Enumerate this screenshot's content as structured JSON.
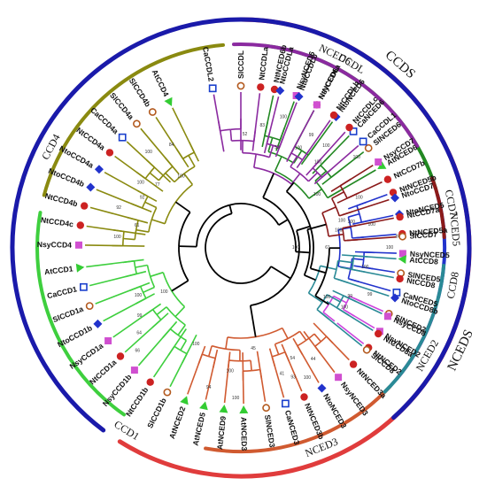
{
  "center": "",
  "colors": {
    "CCD8": "#2a8a96",
    "CCD7": "#8b1a1a",
    "CCDL": "#8b2aa0",
    "CCD4": "#8a8a10",
    "CCD1": "#3ecf3e",
    "NCED3": "#d05a30",
    "NCED2": "#cc44dd",
    "NCED5": "#2233cc",
    "NCED6": "#228822",
    "NCEDS": "#e03c3c",
    "CCDS": "#1a1aaa",
    "backbone": "#000000"
  },
  "groups": [
    {
      "id": "NCED6",
      "label": "NCED6",
      "a0": 277,
      "a1": 343,
      "ring": "inner",
      "labelAngle": 296,
      "labelSize": 12
    },
    {
      "id": "NCED5",
      "label": "NCED5",
      "a0": 345,
      "a1": 374,
      "ring": "inner",
      "labelAngle": 355,
      "labelSize": 12
    },
    {
      "id": "NCED2",
      "label": "NCED2",
      "a0": 377,
      "a1": 400,
      "ring": "inner",
      "labelAngle": 390,
      "labelSize": 12
    },
    {
      "id": "NCED3",
      "label": "NCED3",
      "a0": 403,
      "a1": 460,
      "ring": "inner",
      "labelAngle": 428,
      "labelSize": 12
    },
    {
      "id": "CCD1",
      "label": "CCD1",
      "a0": 485,
      "a1": 550,
      "ring": "inner",
      "labelAngle": 482,
      "labelSize": 12
    },
    {
      "id": "CCD4",
      "label": "CCD4",
      "a0": 555,
      "a1": 625,
      "ring": "inner",
      "labelAngle": 568,
      "labelSize": 12
    },
    {
      "id": "CCDL",
      "label": "CCDL",
      "a0": 628,
      "a1": 690,
      "ring": "inner",
      "labelAngle": 661,
      "labelSize": 12
    },
    {
      "id": "CCD7",
      "label": "CCD7",
      "a0": 700,
      "a1": 717,
      "ring": "inner",
      "labelAngle": 708,
      "labelSize": 12
    },
    {
      "id": "CCD8",
      "label": "CCD8",
      "a0": 725,
      "a1": 765,
      "ring": "inner",
      "labelAngle": 730,
      "labelSize": 12
    },
    {
      "id": "NCEDS",
      "label": "NCEDS",
      "a0": 270,
      "a1": 482,
      "ring": "outer",
      "labelAngle": 385,
      "labelSize": 15
    },
    {
      "id": "CCDS",
      "label": "CCDS",
      "a0": 487,
      "a1": 768,
      "ring": "outer",
      "labelAngle": 671,
      "labelSize": 15
    }
  ],
  "leaves": [
    {
      "name": "NtNCED6b",
      "g": "NCED6",
      "m": "dot",
      "a": 282
    },
    {
      "name": "NsyNCED6",
      "g": "NCED6",
      "m": "sq",
      "a": 290
    },
    {
      "name": "NtNCED6a",
      "g": "NCED6",
      "m": "dot",
      "a": 298
    },
    {
      "name": "NtoNCED6",
      "g": "NCED6",
      "m": "dia",
      "a": 306
    },
    {
      "name": "CaNCED6",
      "g": "NCED6",
      "m": "hsq",
      "a": 314
    },
    {
      "name": "SlNCED6",
      "g": "NCED6",
      "m": "ring",
      "a": 322
    },
    {
      "name": "AtNCED6",
      "g": "NCED6",
      "m": "tri",
      "a": 330
    },
    {
      "name": "NtNCED5b",
      "g": "NCED5",
      "m": "dot",
      "a": 340
    },
    {
      "name": "NtoNCED5",
      "g": "NCED5",
      "m": "dia",
      "a": 348
    },
    {
      "name": "NtNCED5a",
      "g": "NCED5",
      "m": "dot",
      "a": 355
    },
    {
      "name": "NsyNCED5",
      "g": "NCED5",
      "m": "sq",
      "a": 362
    },
    {
      "name": "SlNCED5",
      "g": "NCED5",
      "m": "ring",
      "a": 369
    },
    {
      "name": "CaNCED5",
      "g": "NCED5",
      "m": "hsq",
      "a": 376
    },
    {
      "name": "SlNCED2",
      "g": "NCED2",
      "m": "ring",
      "a": 384
    },
    {
      "name": "NsyNCED2",
      "g": "NCED2",
      "m": "sq",
      "a": 391
    },
    {
      "name": "NtNCED2",
      "g": "NCED2",
      "m": "dot",
      "a": 398
    },
    {
      "name": "NtNCED3a",
      "g": "NCED3",
      "m": "dot",
      "a": 406
    },
    {
      "name": "NsyNCED3",
      "g": "NCED3",
      "m": "sq",
      "a": 413
    },
    {
      "name": "NtoNCED3",
      "g": "NCED3",
      "m": "dia",
      "a": 420
    },
    {
      "name": "NtNCED3b",
      "g": "NCED3",
      "m": "dot",
      "a": 427
    },
    {
      "name": "CaNCED3",
      "g": "NCED3",
      "m": "hsq",
      "a": 434
    },
    {
      "name": "SlNCED3",
      "g": "NCED3",
      "m": "ring",
      "a": 441
    },
    {
      "name": "AtNCED3",
      "g": "NCED3",
      "m": "tri",
      "a": 449
    },
    {
      "name": "AtNCED9",
      "g": "NCED3",
      "m": "tri",
      "a": 456
    },
    {
      "name": "AtNCED5",
      "g": "NCED3",
      "m": "tri",
      "a": 463
    },
    {
      "name": "AtNCED2",
      "g": "NCED3",
      "m": "tri",
      "a": 470
    },
    {
      "name": "SlCCD1b",
      "g": "CCD1",
      "m": "ring",
      "a": 477
    },
    {
      "name": "NtCCD1b",
      "g": "CCD1",
      "m": "dot",
      "a": 484
    },
    {
      "name": "NsyCCD1b",
      "g": "CCD1",
      "m": "sq",
      "a": 491
    },
    {
      "name": "NtCCD1a",
      "g": "CCD1",
      "m": "dot",
      "a": 498
    },
    {
      "name": "NsyCCD1a",
      "g": "CCD1",
      "m": "sq",
      "a": 505
    },
    {
      "name": "NtoCCD1b",
      "g": "CCD1",
      "m": "dia",
      "a": 512
    },
    {
      "name": "SlCCD1a",
      "g": "CCD1",
      "m": "ring",
      "a": 519
    },
    {
      "name": "CaCCD1",
      "g": "CCD1",
      "m": "hsq",
      "a": 526
    },
    {
      "name": "AtCCD1",
      "g": "CCD1",
      "m": "tri",
      "a": 533
    },
    {
      "name": "NsyCCD4",
      "g": "CCD4",
      "m": "sq",
      "a": 541
    },
    {
      "name": "NtCCD4c",
      "g": "CCD4",
      "m": "dot",
      "a": 548
    },
    {
      "name": "NtCCD4b",
      "g": "CCD4",
      "m": "dot",
      "a": 555
    },
    {
      "name": "NtoCCD4b",
      "g": "CCD4",
      "m": "dia",
      "a": 562
    },
    {
      "name": "NtoCCD4a",
      "g": "CCD4",
      "m": "dia",
      "a": 569
    },
    {
      "name": "NtCCD4a",
      "g": "CCD4",
      "m": "dot",
      "a": 576
    },
    {
      "name": "CaCCD4a",
      "g": "CCD4",
      "m": "hsq",
      "a": 583
    },
    {
      "name": "SlCCD4a",
      "g": "CCD4",
      "m": "ring",
      "a": 590
    },
    {
      "name": "SlCCD4b",
      "g": "CCD4",
      "m": "ring",
      "a": 597
    },
    {
      "name": "AtCCD4",
      "g": "CCD4",
      "m": "tri",
      "a": 604
    },
    {
      "name": "CaCCDL2",
      "g": "CCDL",
      "m": "hsq",
      "a": 620
    },
    {
      "name": "SlCCDL",
      "g": "CCDL",
      "m": "ring",
      "a": 630
    },
    {
      "name": "NtCCDLa",
      "g": "CCDL",
      "m": "dot",
      "a": 637
    },
    {
      "name": "NtoCCDLa",
      "g": "CCDL",
      "m": "dia",
      "a": 644
    },
    {
      "name": "NtoCCDLb",
      "g": "CCDL",
      "m": "dia",
      "a": 651
    },
    {
      "name": "NsyCCDL",
      "g": "CCDL",
      "m": "sq",
      "a": 658
    },
    {
      "name": "NtCCDLb",
      "g": "CCDL",
      "m": "dot",
      "a": 665
    },
    {
      "name": "NtCCDLc",
      "g": "CCDL",
      "m": "dot",
      "a": 672
    },
    {
      "name": "CaCCDL1",
      "g": "CCDL",
      "m": "hsq",
      "a": 679
    },
    {
      "name": "NsyCCD7",
      "g": "CCD7",
      "m": "sq",
      "a": 688
    },
    {
      "name": "NtCCD7b",
      "g": "CCD7",
      "m": "dot",
      "a": 695
    },
    {
      "name": "NtoCCD7",
      "g": "CCD7",
      "m": "dia",
      "a": 702
    },
    {
      "name": "NtCCD7a",
      "g": "CCD7",
      "m": "dot",
      "a": 709
    },
    {
      "name": "SlCCD7",
      "g": "CCD7",
      "m": "ring",
      "a": 716
    },
    {
      "name": "AtCCD8",
      "g": "CCD8",
      "m": "tri",
      "a": 724
    },
    {
      "name": "NtCCD8",
      "g": "CCD8",
      "m": "dot",
      "a": 731
    },
    {
      "name": "NtoCCD8b",
      "g": "CCD8",
      "m": "dia",
      "a": 738
    },
    {
      "name": "NsyCCD8",
      "g": "CCD8",
      "m": "sq",
      "a": 745
    },
    {
      "name": "NtCCD8a",
      "g": "CCD8",
      "m": "dot",
      "a": 752
    },
    {
      "name": "SlCCD8",
      "g": "CCD8",
      "m": "ring",
      "a": 759
    }
  ],
  "bootstrap": [
    {
      "v": "100",
      "a": 300,
      "r": 130
    },
    {
      "v": "100",
      "a": 310,
      "r": 150
    },
    {
      "v": "100",
      "a": 322,
      "r": 166
    },
    {
      "v": "100",
      "a": 350,
      "r": 150
    },
    {
      "v": "100",
      "a": 360,
      "r": 168
    },
    {
      "v": "80",
      "a": 356,
      "r": 178
    },
    {
      "v": "100",
      "a": 369,
      "r": 142
    },
    {
      "v": "100",
      "a": 390,
      "r": 135
    },
    {
      "v": "100",
      "a": 345,
      "r": 118
    },
    {
      "v": "61",
      "a": 360,
      "r": 98
    },
    {
      "v": "44",
      "a": 417,
      "r": 150
    },
    {
      "v": "100",
      "a": 423,
      "r": 165
    },
    {
      "v": "54",
      "a": 425,
      "r": 138
    },
    {
      "v": "93",
      "a": 428,
      "r": 158
    },
    {
      "v": "41",
      "a": 432,
      "r": 150
    },
    {
      "v": "45",
      "a": 443,
      "r": 115
    },
    {
      "v": "100",
      "a": 452,
      "r": 170
    },
    {
      "v": "94",
      "a": 463,
      "r": 162
    },
    {
      "v": "100",
      "a": 455,
      "r": 140
    },
    {
      "v": "100",
      "a": 475,
      "r": 120
    },
    {
      "v": "66",
      "a": 495,
      "r": 165
    },
    {
      "v": "64",
      "a": 500,
      "r": 150
    },
    {
      "v": "99",
      "a": 506,
      "r": 138
    },
    {
      "v": "100",
      "a": 515,
      "r": 128
    },
    {
      "v": "100",
      "a": 510,
      "r": 100
    },
    {
      "v": "100",
      "a": 545,
      "r": 140
    },
    {
      "v": "61",
      "a": 552,
      "r": 120
    },
    {
      "v": "92",
      "a": 558,
      "r": 145
    },
    {
      "v": "92",
      "a": 567,
      "r": 125
    },
    {
      "v": "100",
      "a": 573,
      "r": 135
    },
    {
      "v": "77",
      "a": 577,
      "r": 118
    },
    {
      "v": "100",
      "a": 586,
      "r": 150
    },
    {
      "v": "100",
      "a": 590,
      "r": 105
    },
    {
      "v": "84",
      "a": 596,
      "r": 140
    },
    {
      "v": "52",
      "a": 632,
      "r": 128
    },
    {
      "v": "83",
      "a": 640,
      "r": 140
    },
    {
      "v": "100",
      "a": 648,
      "r": 155
    },
    {
      "v": "53",
      "a": 650,
      "r": 120
    },
    {
      "v": "99",
      "a": 662,
      "r": 150
    },
    {
      "v": "100",
      "a": 672,
      "r": 130
    },
    {
      "v": "100",
      "a": 685,
      "r": 105
    },
    {
      "v": "100",
      "a": 697,
      "r": 145
    },
    {
      "v": "100",
      "a": 707,
      "r": 128
    },
    {
      "v": "100",
      "a": 710,
      "r": 112
    },
    {
      "v": "99",
      "a": 740,
      "r": 155
    },
    {
      "v": "99",
      "a": 744,
      "r": 135
    },
    {
      "v": "100",
      "a": 750,
      "r": 112
    },
    {
      "v": "100",
      "a": 720,
      "r": 62
    }
  ]
}
